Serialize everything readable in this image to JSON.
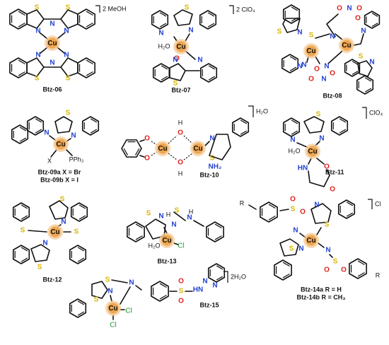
{
  "compounds": [
    {
      "id": "btz06",
      "label": "Btz-06",
      "solvate": "2 MeOH"
    },
    {
      "id": "btz07",
      "label": "Btz-07",
      "counterion": "2 ClO₄"
    },
    {
      "id": "btz08",
      "label": "Btz-08"
    },
    {
      "id": "btz09",
      "label_a": "Btz-09a X = Br",
      "label_b": "Btz-09b X = I",
      "ligand_x": "X",
      "ligand_p": "PPh₃"
    },
    {
      "id": "btz10",
      "label": "Btz-10",
      "solvate": "H₂O"
    },
    {
      "id": "btz11",
      "label": "Btz-11",
      "counterion": "ClO₄"
    },
    {
      "id": "btz12",
      "label": "Btz-12"
    },
    {
      "id": "btz13",
      "label": "Btz-13"
    },
    {
      "id": "btz14",
      "label_a": "Btz-14a R = H",
      "label_b": "Btz-14b R = CH₃",
      "counterion": "Cl",
      "substituent": "R"
    },
    {
      "id": "btz15",
      "label": "Btz-15",
      "solvate": "2H₂O"
    }
  ],
  "atoms": {
    "S": "S",
    "N": "N",
    "O": "O",
    "H": "H",
    "Cu": "Cu",
    "Cl": "Cl",
    "H2O": "H₂O",
    "NH2": "NH₂",
    "HN": "HN",
    "NH": "NH",
    "OH": "OH"
  },
  "colors": {
    "sulfur": "#d9b400",
    "nitrogen": "#1f3fd0",
    "oxygen": "#e0201b",
    "chlorine": "#1b9a2b",
    "copper_core": "#e58a2c",
    "copper_glow": "#f7d6a8"
  }
}
